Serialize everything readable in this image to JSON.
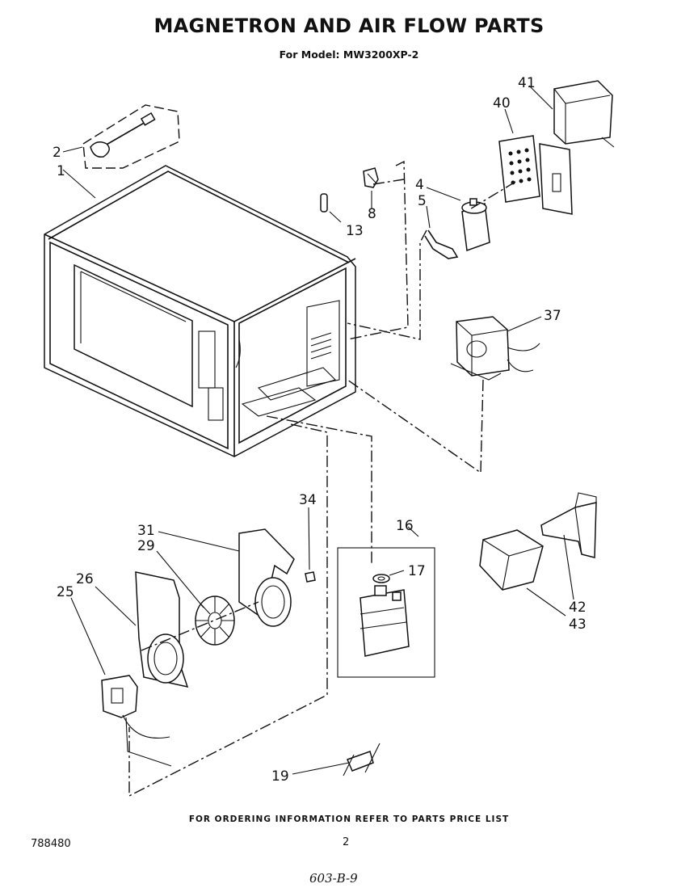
{
  "header": {
    "title": "MAGNETRON AND AIR FLOW PARTS",
    "model_prefix": "For Model:",
    "model": "MW3200XP-2"
  },
  "callouts": [
    "1",
    "2",
    "4",
    "5",
    "8",
    "13",
    "37",
    "40",
    "41",
    "16",
    "17",
    "19",
    "25",
    "26",
    "29",
    "31",
    "34",
    "42",
    "43"
  ],
  "footer": {
    "ordering_note": "FOR ORDERING INFORMATION REFER TO PARTS PRICE LIST",
    "doc_number": "788480",
    "page_number": "2",
    "handwritten": "603-B-9"
  }
}
